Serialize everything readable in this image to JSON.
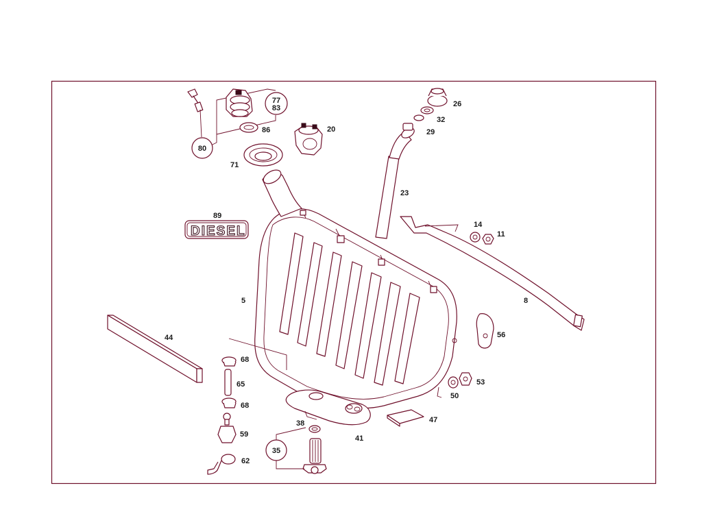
{
  "callouts": {
    "p5": "5",
    "p8": "8",
    "p11": "11",
    "p14": "14",
    "p20": "20",
    "p23": "23",
    "p26": "26",
    "p29": "29",
    "p32": "32",
    "p35": "35",
    "p38": "38",
    "p41": "41",
    "p44": "44",
    "p47": "47",
    "p50": "50",
    "p53": "53",
    "p56": "56",
    "p59": "59",
    "p62": "62",
    "p65": "65",
    "p68a": "68",
    "p68b": "68",
    "p71": "71",
    "p77": "77",
    "p80": "80",
    "p83": "83",
    "p86": "86",
    "p89": "89"
  },
  "decal_text": "DIESEL",
  "colors": {
    "line": "#6e0f2a",
    "ink": "#1a1a1a",
    "background": "#ffffff"
  }
}
